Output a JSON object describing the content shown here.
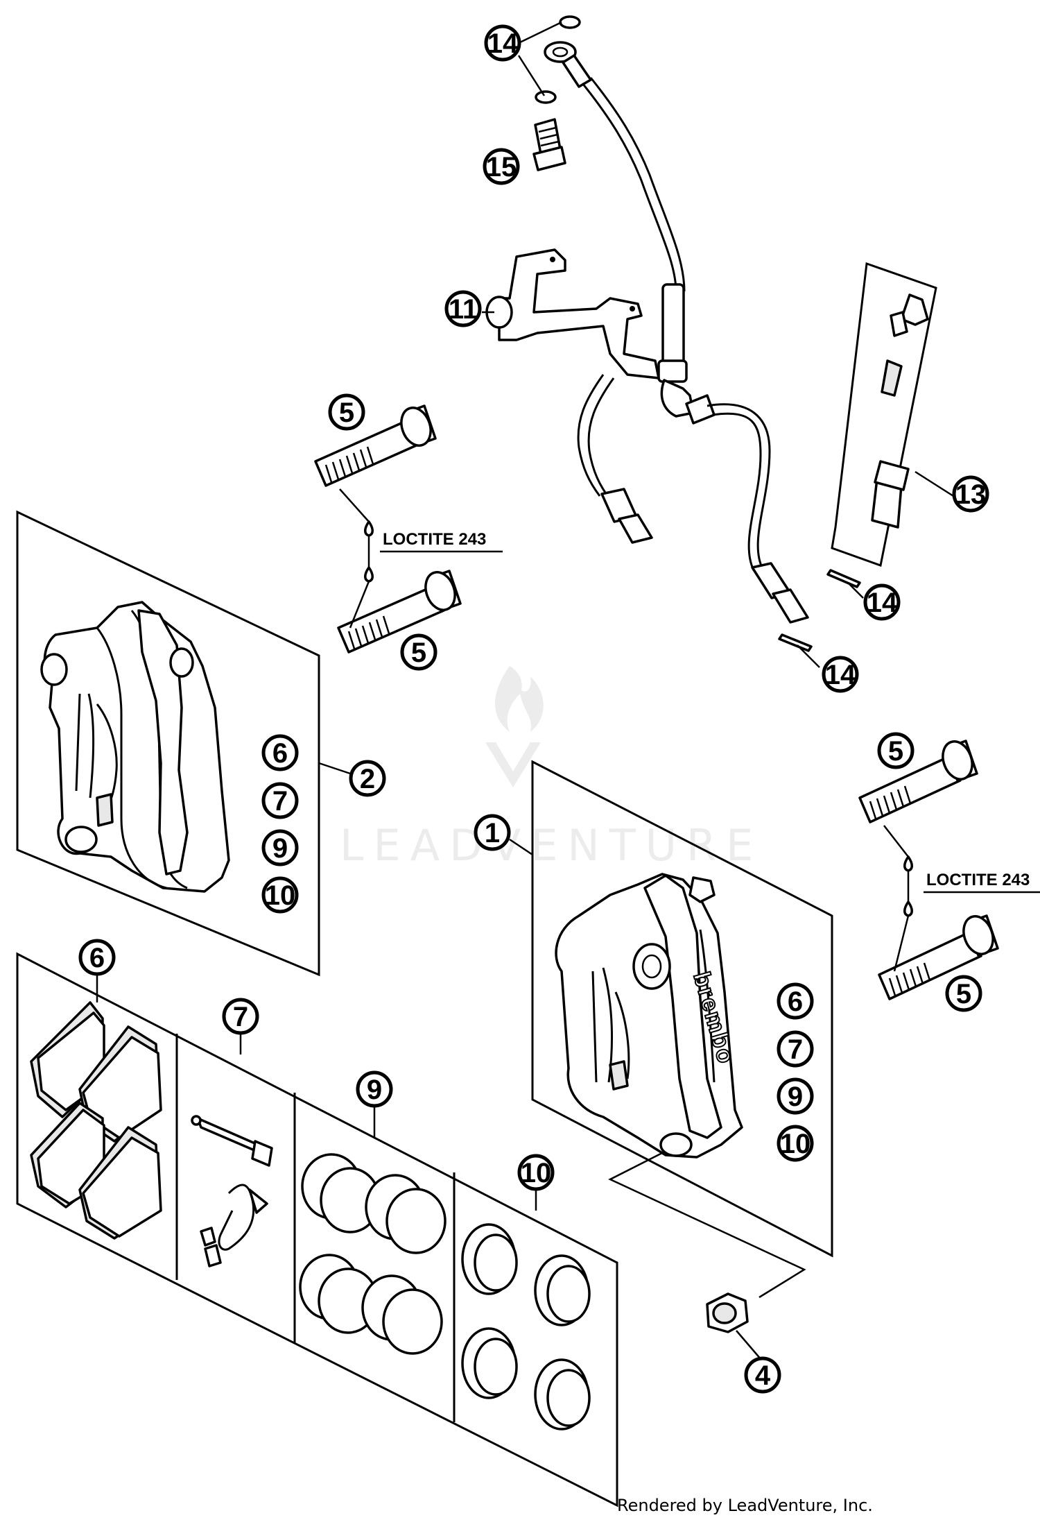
{
  "callouts": {
    "c1": "1",
    "c2": "2",
    "c4": "4",
    "c5a": "5",
    "c5b": "5",
    "c5c": "5",
    "c5d": "5",
    "c6a": "6",
    "c6b": "6",
    "c6c": "6",
    "c7a": "7",
    "c7b": "7",
    "c7c": "7",
    "c9a": "9",
    "c9b": "9",
    "c9c": "9",
    "c10a": "10",
    "c10b": "10",
    "c10c": "10",
    "c11": "11",
    "c13": "13",
    "c14a": "14",
    "c14b": "14",
    "c14c": "14",
    "c15": "15"
  },
  "labels": {
    "loctite_left": "LOCTITE 243",
    "loctite_right": "LOCTITE 243",
    "caliper_brand": "brembo"
  },
  "watermark": "LEADVENTURE",
  "credit": "Rendered by LeadVenture, Inc.",
  "icons": {
    "watermark_logo": "leadventure-flame-logo"
  },
  "colors": {
    "line": "#000000",
    "background": "#ffffff",
    "watermark": "#ececec"
  }
}
